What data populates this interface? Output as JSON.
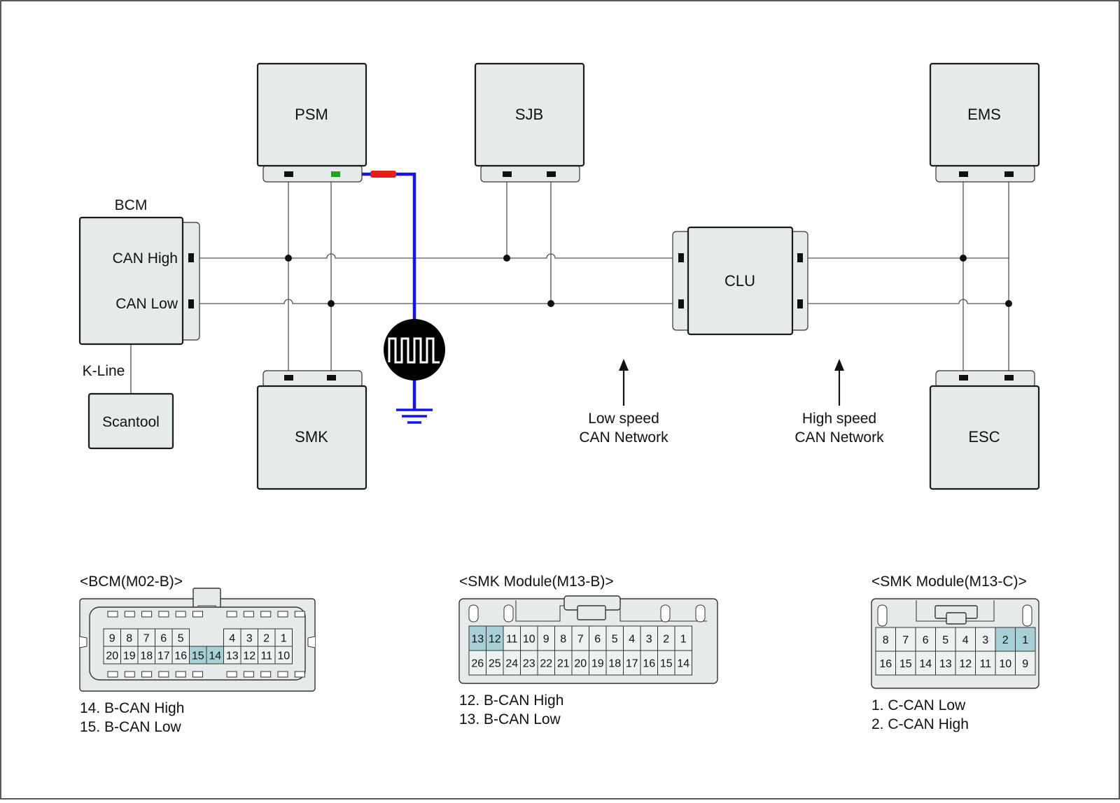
{
  "colors": {
    "module_fill": "#e6eaea",
    "ground_wire": "#1414e6",
    "red_segment": "#e61e1e",
    "green_segment": "#22a022",
    "pin_highlight": "#a9cfd6"
  },
  "icons": {
    "oscilloscope": "square-wave-icon",
    "ground": "ground-icon",
    "arrow": "arrow-up-icon"
  },
  "modules": {
    "psm": "PSM",
    "sjb": "SJB",
    "ems": "EMS",
    "bcm": "BCM",
    "clu": "CLU",
    "smk": "SMK",
    "esc": "ESC",
    "scantool": "Scantool"
  },
  "labels": {
    "can_high": "CAN High",
    "can_low": "CAN Low",
    "k_line": "K-Line",
    "low_speed_1": "Low speed",
    "low_speed_2": "CAN Network",
    "high_speed_1": "High speed",
    "high_speed_2": "CAN Network"
  },
  "connectors": [
    {
      "title": "<BCM(M02-B)>",
      "top_row": [
        "9",
        "8",
        "7",
        "6",
        "5",
        "",
        "",
        "4",
        "3",
        "2",
        "1"
      ],
      "bottom_row": [
        "20",
        "19",
        "18",
        "17",
        "16",
        "15",
        "14",
        "13",
        "12",
        "11",
        "10"
      ],
      "highlighted": [
        "15",
        "14"
      ],
      "legend": [
        "14. B-CAN High",
        "15. B-CAN Low"
      ]
    },
    {
      "title": "<SMK Module(M13-B)>",
      "top_row": [
        "13",
        "12",
        "11",
        "10",
        "9",
        "8",
        "7",
        "6",
        "5",
        "4",
        "3",
        "2",
        "1"
      ],
      "bottom_row": [
        "26",
        "25",
        "24",
        "23",
        "22",
        "21",
        "20",
        "19",
        "18",
        "17",
        "16",
        "15",
        "14"
      ],
      "highlighted": [
        "13",
        "12"
      ],
      "legend": [
        "12. B-CAN High",
        "13. B-CAN Low"
      ]
    },
    {
      "title": "<SMK Module(M13-C)>",
      "top_row": [
        "8",
        "7",
        "6",
        "5",
        "4",
        "3",
        "2",
        "1"
      ],
      "bottom_row": [
        "16",
        "15",
        "14",
        "13",
        "12",
        "11",
        "10",
        "9"
      ],
      "highlighted": [
        "2",
        "1"
      ],
      "legend": [
        "1. C-CAN Low",
        "2. C-CAN High"
      ]
    }
  ]
}
